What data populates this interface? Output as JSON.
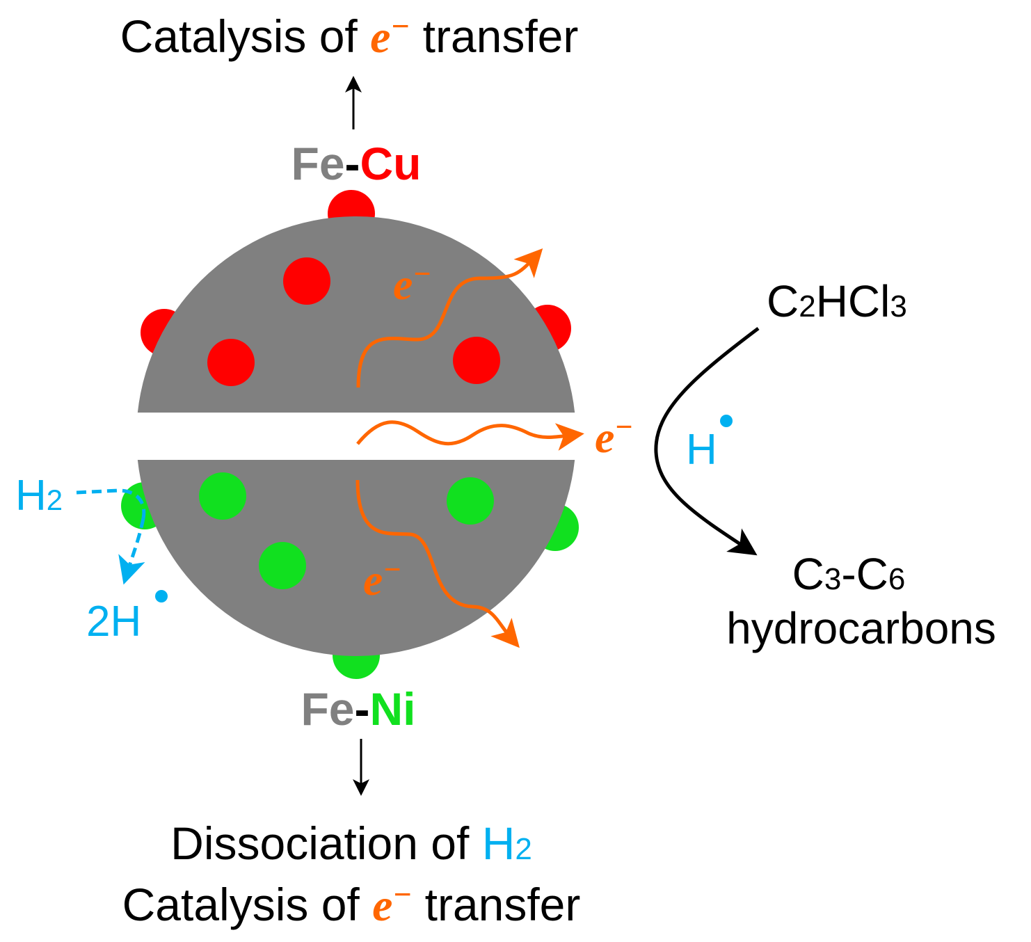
{
  "colors": {
    "particle": "#808080",
    "copper": "#ff0000",
    "nickel": "#11e01f",
    "electron": "#ff6600",
    "hydrogen": "#00b0f0",
    "text": "#000000"
  },
  "top": {
    "caption_prefix": "Catalysis of ",
    "caption_electron": "e",
    "caption_electron_sup": "−",
    "caption_suffix": " transfer",
    "alloy_fe": "Fe",
    "alloy_dash": "-",
    "alloy_metal": "Cu"
  },
  "bottom": {
    "alloy_fe": "Fe",
    "alloy_dash": "-",
    "alloy_metal": "Ni",
    "line1_prefix": "Dissociation of ",
    "line1_h": "H",
    "line1_sub": "2",
    "line2_prefix": "Catalysis of ",
    "line2_electron": "e",
    "line2_electron_sup": "−",
    "line2_suffix": " transfer"
  },
  "electron_labels": {
    "symbol": "e",
    "sup": "−"
  },
  "hydrogen": {
    "h2": "H",
    "h2_sub": "2",
    "two_h": "2H",
    "h_radical": "H"
  },
  "reaction": {
    "reactant_c": "C",
    "reactant_c_sub": "2",
    "reactant_hcl": "HCl",
    "reactant_hcl_sub": "3",
    "product_c1": "C",
    "product_c1_sub": "3",
    "product_dash": "-C",
    "product_c2_sub": "6",
    "product_line2": "hydrocarbons"
  }
}
